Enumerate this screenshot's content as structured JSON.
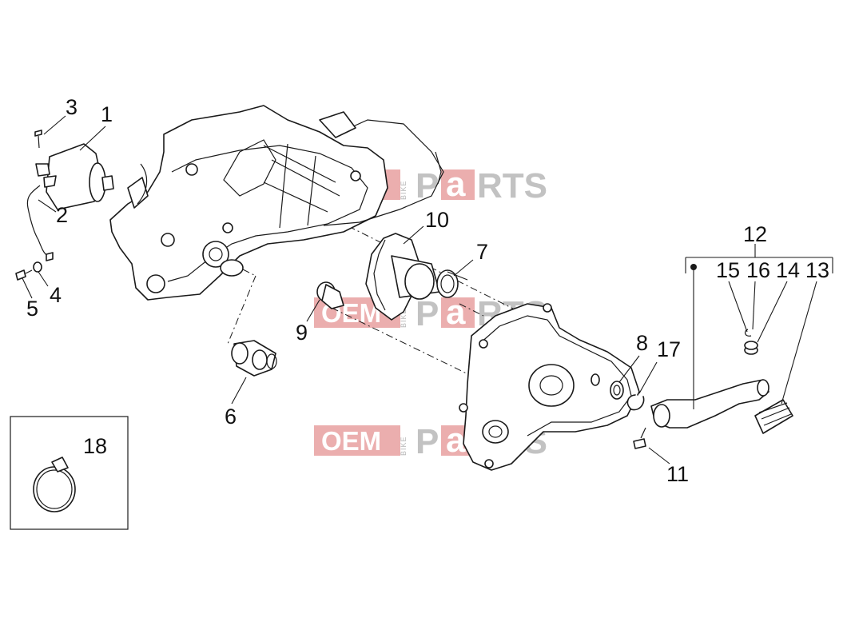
{
  "diagram": {
    "callouts": [
      {
        "id": "1",
        "label": "1"
      },
      {
        "id": "2",
        "label": "2"
      },
      {
        "id": "3",
        "label": "3"
      },
      {
        "id": "4",
        "label": "4"
      },
      {
        "id": "5",
        "label": "5"
      },
      {
        "id": "6",
        "label": "6"
      },
      {
        "id": "7",
        "label": "7"
      },
      {
        "id": "8",
        "label": "8"
      },
      {
        "id": "9",
        "label": "9"
      },
      {
        "id": "10",
        "label": "10"
      },
      {
        "id": "11",
        "label": "11"
      },
      {
        "id": "12",
        "label": "12"
      },
      {
        "id": "13",
        "label": "13"
      },
      {
        "id": "14",
        "label": "14"
      },
      {
        "id": "15",
        "label": "15"
      },
      {
        "id": "16",
        "label": "16"
      },
      {
        "id": "17",
        "label": "17"
      },
      {
        "id": "18",
        "label": "18"
      }
    ],
    "watermark": {
      "oem": "OEM",
      "bike": "BIKE",
      "p": "P",
      "a": "a",
      "rts": "RTS"
    },
    "colors": {
      "line": "#1a1a1a",
      "watermark_red": "#e8a0a0",
      "watermark_gray": "#b8b8b8"
    }
  }
}
